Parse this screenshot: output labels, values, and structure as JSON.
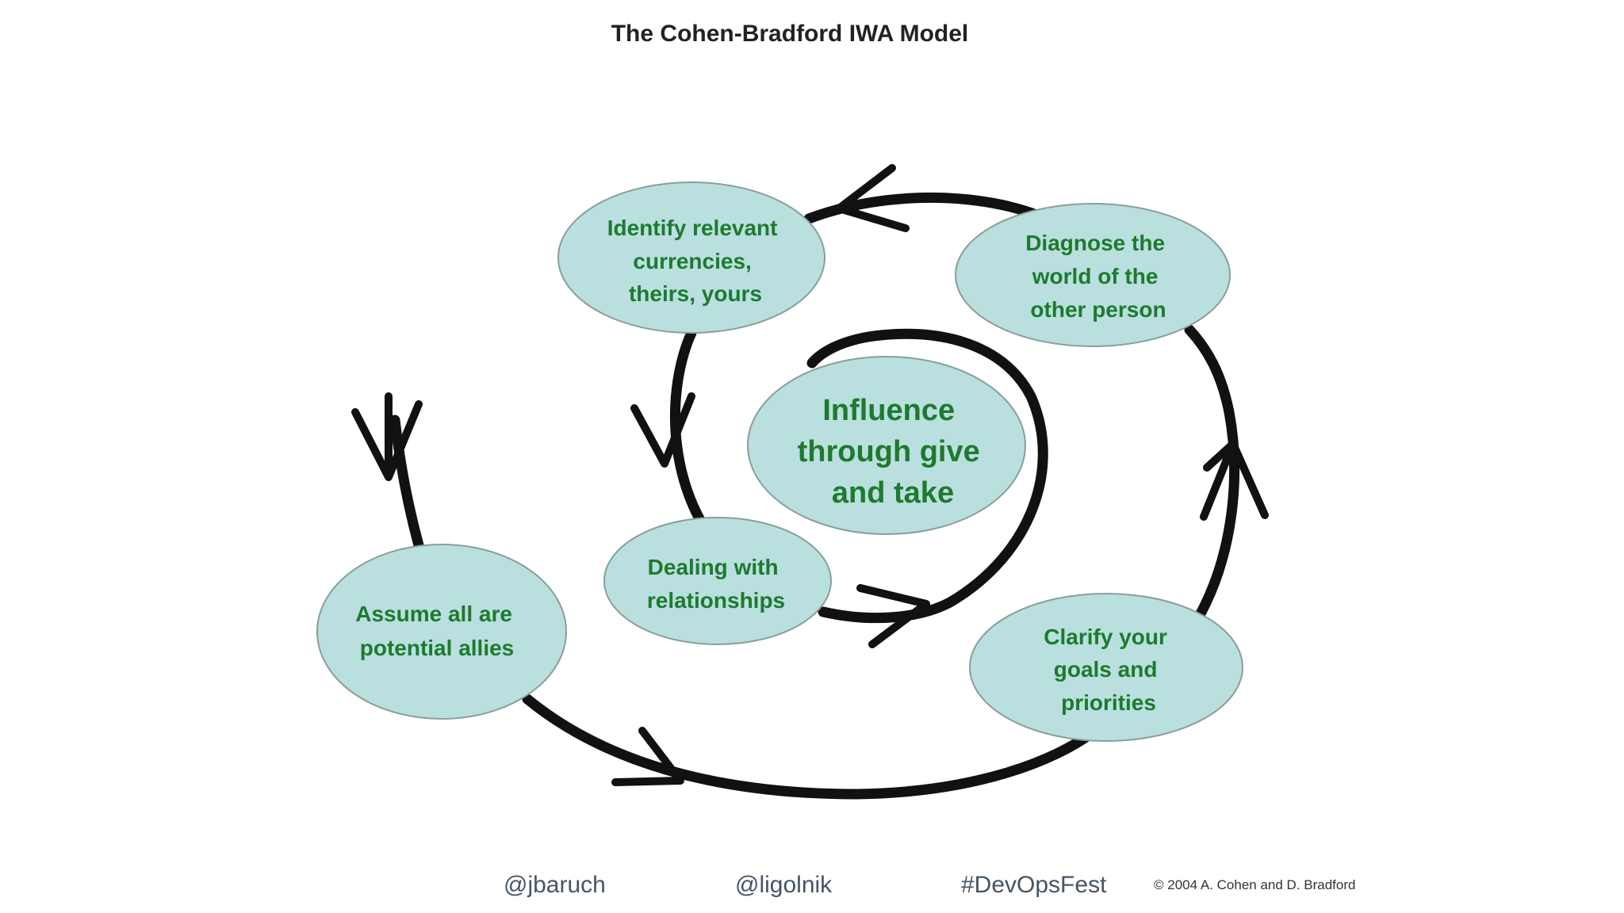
{
  "title": "The Cohen-Bradford IWA Model",
  "nodes": {
    "assume": {
      "lines": [
        "Assume all are",
        "potential allies"
      ]
    },
    "clarify": {
      "lines": [
        "Clarify your",
        "goals and",
        "priorities"
      ]
    },
    "diagnose": {
      "lines": [
        "Diagnose the",
        "world of the",
        "other person"
      ]
    },
    "identify": {
      "lines": [
        "Identify relevant",
        "currencies,",
        "theirs, yours"
      ]
    },
    "dealing": {
      "lines": [
        "Dealing with",
        "relationships"
      ]
    },
    "center": {
      "lines": [
        "Influence",
        "through give",
        "and take"
      ]
    }
  },
  "footer": {
    "handle1": "@jbaruch",
    "handle2": "@ligolnik",
    "hashtag": "#DevOpsFest",
    "copyright": "© 2004 A. Cohen and D. Bradford"
  },
  "colors": {
    "ellipse_fill": "#b9dfdf",
    "node_text": "#1e7a2e",
    "line": "#111111"
  }
}
